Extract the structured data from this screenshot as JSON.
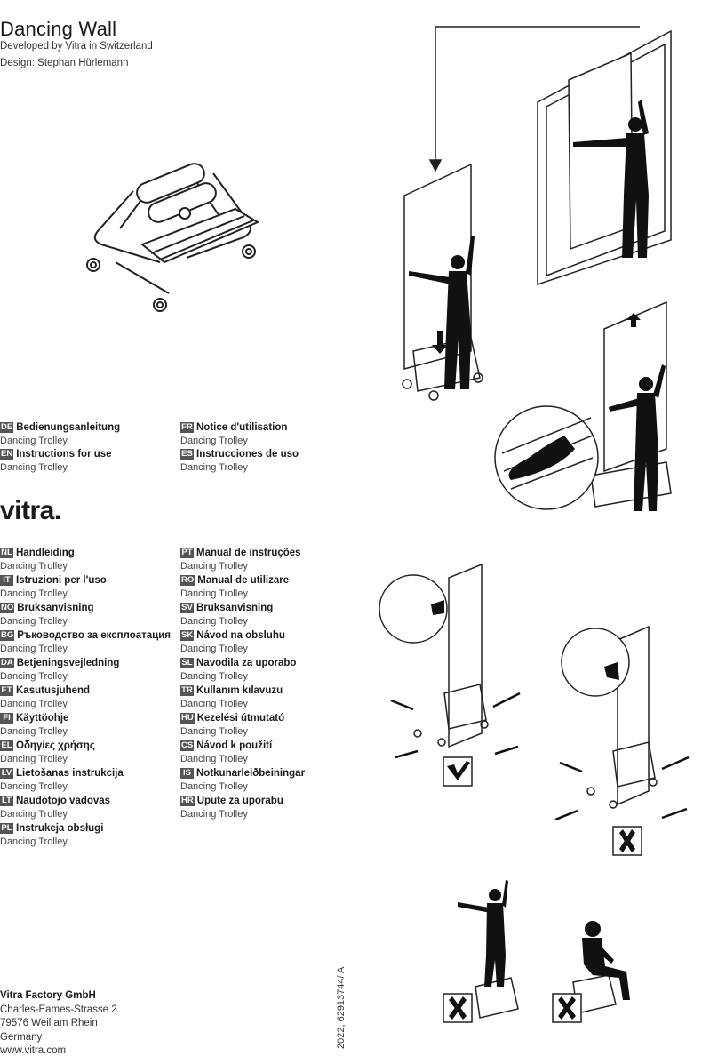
{
  "header": {
    "title": "Dancing Wall",
    "developed": "Developed by Vitra in Switzerland",
    "design": "Design: Stephan Hürlemann"
  },
  "languages_top": [
    {
      "code": "DE",
      "title": "Bedienungsanleitung",
      "product": "Dancing Trolley"
    },
    {
      "code": "EN",
      "title": "Instructions for use",
      "product": "Dancing Trolley"
    },
    {
      "code": "FR",
      "title": "Notice d'utilisation",
      "product": "Dancing Trolley"
    },
    {
      "code": "ES",
      "title": "Instrucciones de uso",
      "product": "Dancing Trolley"
    }
  ],
  "logo": "vitra.",
  "languages_left": [
    {
      "code": "NL",
      "title": "Handleiding",
      "product": "Dancing Trolley"
    },
    {
      "code": "IT",
      "title": "Istruzioni per l'uso",
      "product": "Dancing Trolley"
    },
    {
      "code": "NO",
      "title": "Bruksanvisning",
      "product": "Dancing Trolley"
    },
    {
      "code": "BG",
      "title": "Ръководство за експлоатация",
      "product": "Dancing Trolley"
    },
    {
      "code": "DA",
      "title": "Betjeningsvejledning",
      "product": "Dancing Trolley"
    },
    {
      "code": "ET",
      "title": "Kasutusjuhend",
      "product": "Dancing Trolley"
    },
    {
      "code": "FI",
      "title": "Käyttöohje",
      "product": "Dancing Trolley"
    },
    {
      "code": "EL",
      "title": "Οδηγίες χρήσης",
      "product": "Dancing Trolley"
    },
    {
      "code": "LV",
      "title": "Lietošanas instrukcija",
      "product": "Dancing Trolley"
    },
    {
      "code": "LT",
      "title": "Naudotojo vadovas",
      "product": "Dancing Trolley"
    },
    {
      "code": "PL",
      "title": "Instrukcja obsługi",
      "product": "Dancing Trolley"
    }
  ],
  "languages_right": [
    {
      "code": "PT",
      "title": "Manual de instruções",
      "product": "Dancing Trolley"
    },
    {
      "code": "RO",
      "title": "Manual de utilizare",
      "product": "Dancing Trolley"
    },
    {
      "code": "SV",
      "title": "Bruksanvisning",
      "product": "Dancing Trolley"
    },
    {
      "code": "SK",
      "title": "Návod na obsluhu",
      "product": "Dancing Trolley"
    },
    {
      "code": "SL",
      "title": "Navodila za uporabo",
      "product": "Dancing Trolley"
    },
    {
      "code": "TR",
      "title": "Kullanım kılavuzu",
      "product": "Dancing Trolley"
    },
    {
      "code": "HU",
      "title": "Kezelési útmutató",
      "product": "Dancing Trolley"
    },
    {
      "code": "CS",
      "title": "Návod k použití",
      "product": "Dancing Trolley"
    },
    {
      "code": "IS",
      "title": "Notkunarleiðbeiningar",
      "product": "Dancing Trolley"
    },
    {
      "code": "HR",
      "title": "Upute za uporabu",
      "product": "Dancing Trolley"
    }
  ],
  "footer": {
    "company": "Vitra Factory GmbH",
    "street": "Charles-Eames-Strasse 2",
    "city": "79576 Weil am Rhein",
    "country": "Germany",
    "web": "www.vitra.com"
  },
  "doc_number": "2022, 62913744/ A"
}
